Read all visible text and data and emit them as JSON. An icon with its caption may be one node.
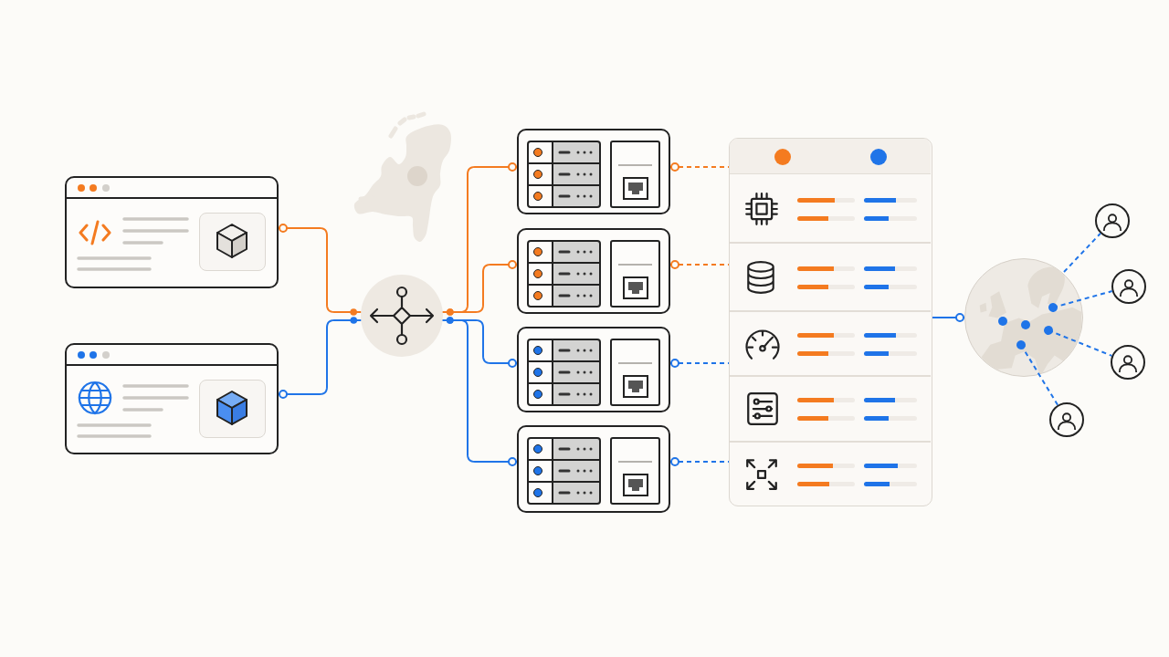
{
  "diagram": {
    "nodes": [
      {
        "text": [],
        "shape": "box"
      },
      {
        "text": [],
        "shape": "box"
      },
      {
        "text": [],
        "shape": "circle"
      },
      {
        "text": [],
        "shape": "box"
      },
      {
        "text": [],
        "shape": "box"
      },
      {
        "text": [],
        "shape": "box"
      },
      {
        "text": [],
        "shape": "box"
      },
      {
        "text": [],
        "shape": "box"
      },
      {
        "text": [],
        "shape": "circle"
      },
      {
        "text": [],
        "shape": "person"
      },
      {
        "text": [],
        "shape": "person"
      },
      {
        "text": [],
        "shape": "person"
      },
      {
        "text": [],
        "shape": "person"
      }
    ],
    "edges": [
      {
        "from": 0,
        "to": 2,
        "arrow": "other",
        "color": "#f47b20"
      },
      {
        "from": 1,
        "to": 2,
        "arrow": "other"
      },
      {
        "from": 2,
        "to": 3,
        "arrow": "other",
        "color": "#f47b20"
      },
      {
        "from": 2,
        "to": 4,
        "arrow": "other",
        "color": "#f47b20"
      },
      {
        "from": 2,
        "to": 5,
        "arrow": "other"
      },
      {
        "from": 2,
        "to": 6,
        "arrow": "other"
      },
      {
        "from": 3,
        "to": 7,
        "arrow": "other",
        "style": "dashed",
        "color": "#f47b20"
      },
      {
        "from": 4,
        "to": 7,
        "arrow": "other",
        "style": "dashed",
        "color": "#f47b20"
      },
      {
        "from": 5,
        "to": 7,
        "arrow": "other",
        "style": "dashed"
      },
      {
        "from": 6,
        "to": 7,
        "arrow": "other",
        "style": "dashed"
      },
      {
        "from": 7,
        "to": 8,
        "arrow": "other"
      },
      {
        "from": 8,
        "to": 9,
        "arrow": "none",
        "style": "dashed"
      },
      {
        "from": 8,
        "to": 10,
        "arrow": "other",
        "style": "dashed"
      },
      {
        "from": 8,
        "to": 11,
        "arrow": "other",
        "style": "dashed"
      },
      {
        "from": 8,
        "to": 12,
        "arrow": "other",
        "style": "dashed"
      }
    ]
  }
}
